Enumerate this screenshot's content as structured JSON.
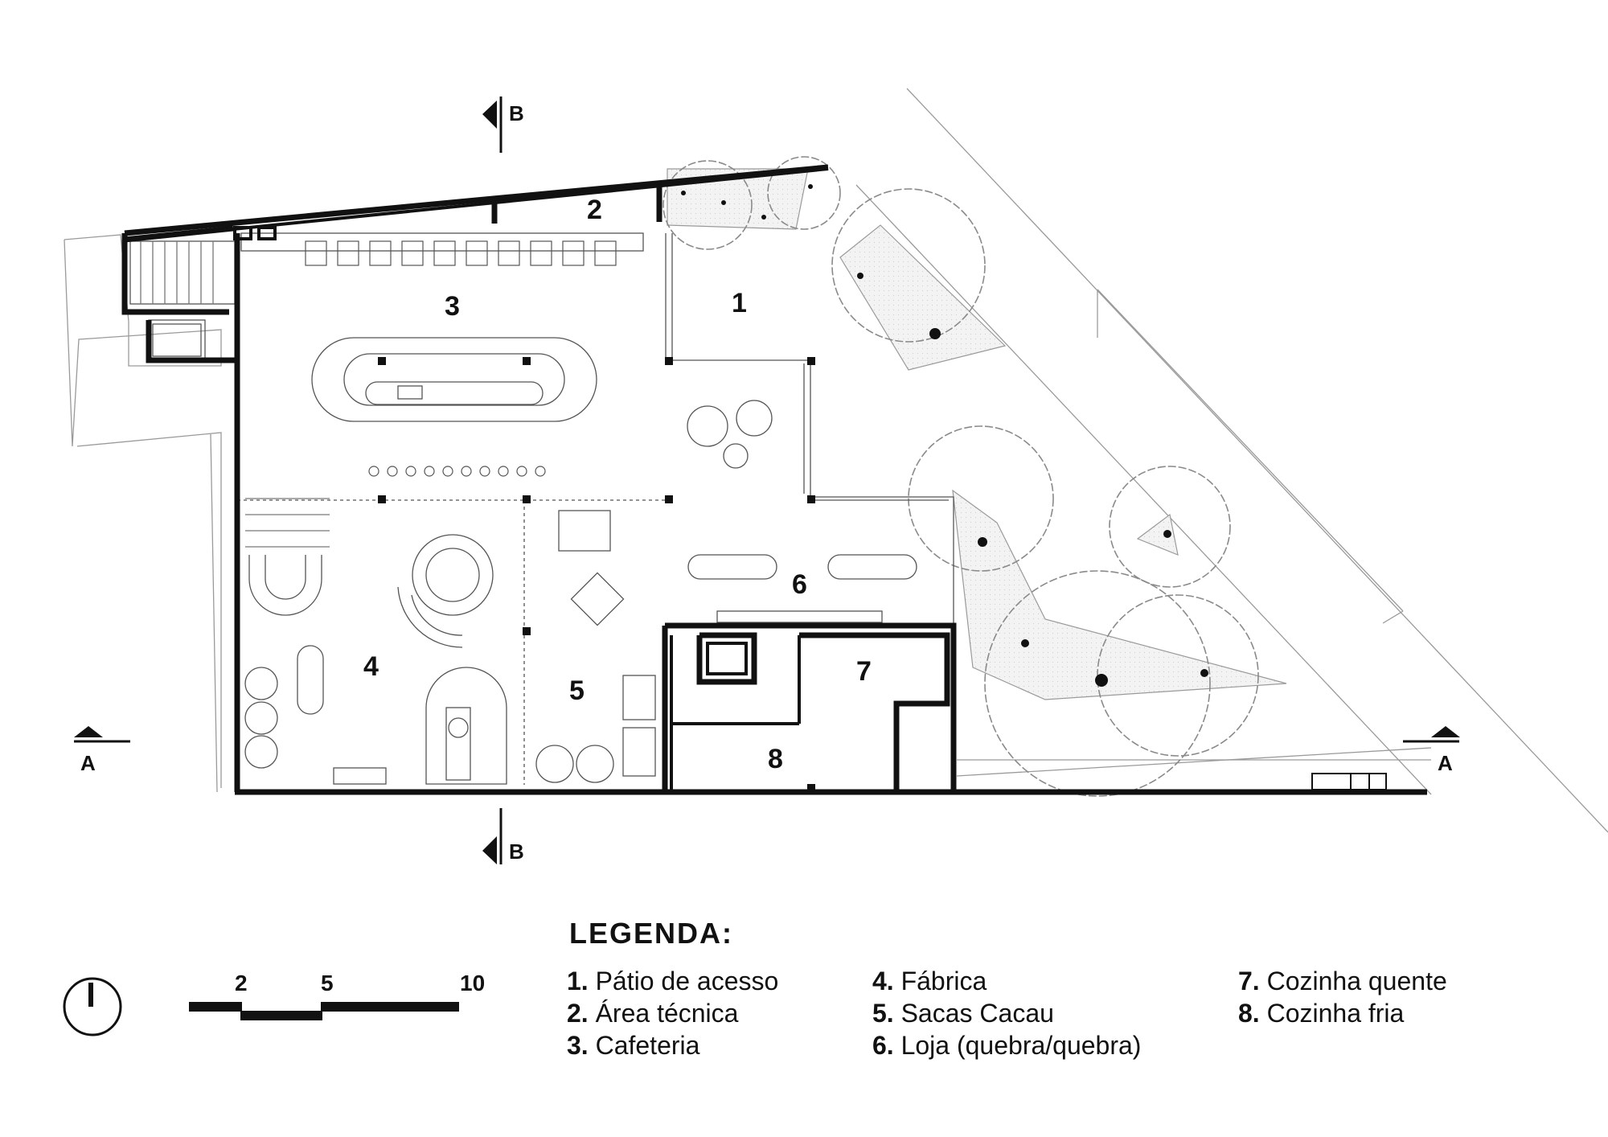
{
  "rooms": {
    "r1": "1",
    "r2": "2",
    "r3": "3",
    "r4": "4",
    "r5": "5",
    "r6": "6",
    "r7": "7",
    "r8": "8"
  },
  "sections": {
    "b_top": "B",
    "b_bottom": "B",
    "a_left": "A",
    "a_right": "A"
  },
  "legend": {
    "title": "LEGENDA:",
    "items": [
      {
        "num": "1.",
        "label": "Pátio de acesso"
      },
      {
        "num": "2.",
        "label": "Área técnica"
      },
      {
        "num": "3.",
        "label": "Cafeteria"
      },
      {
        "num": "4.",
        "label": "Fábrica"
      },
      {
        "num": "5.",
        "label": "Sacas Cacau"
      },
      {
        "num": "6.",
        "label": "Loja (quebra/quebra)"
      },
      {
        "num": "7.",
        "label": "Cozinha quente"
      },
      {
        "num": "8.",
        "label": "Cozinha fria"
      }
    ]
  },
  "scale": {
    "labels": [
      "2",
      "5",
      "10"
    ]
  },
  "colors": {
    "wall": "#111111",
    "line": "#555555",
    "light_line": "#9a9a9a",
    "planting": "#efefef"
  }
}
